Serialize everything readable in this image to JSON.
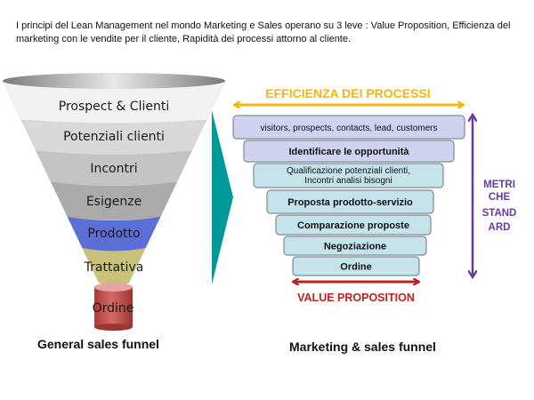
{
  "intro_text": "I principi del Lean Management nel mondo Marketing e Sales operano su 3 leve : Value Proposition, Efficienza del marketing con le vendite per il cliente, Rapidità dei processi attorno al cliente.",
  "general_funnel": {
    "caption": "General sales funnel",
    "stages": [
      {
        "label": "Prospect & Clienti",
        "color": "#f2f2f2"
      },
      {
        "label": "Potenziali  clienti",
        "color": "#d9d9d9"
      },
      {
        "label": "Incontri",
        "color": "#c4c4c4"
      },
      {
        "label": "Esigenze",
        "color": "#ababab"
      },
      {
        "label": "Prodotto",
        "color": "#5b6fd6"
      },
      {
        "label": "Trattativa",
        "color": "#c8c27a"
      },
      {
        "label": "Ordine",
        "color": "#c0504d"
      }
    ]
  },
  "marketing_funnel": {
    "caption": "Marketing & sales funnel",
    "top_arrow_label": "EFFICIENZA DEI PROCESSI",
    "bottom_arrow_label": "VALUE  PROPOSITION",
    "side_arrow_label": [
      "METRI",
      "CHE",
      "STAND",
      "ARD"
    ],
    "steps": [
      {
        "lines": [
          "visitors, prospects, contacts, lead, customers"
        ],
        "color": "#d0d3f0"
      },
      {
        "lines": [
          "Identificare le opportunità"
        ],
        "color": "#d0d3f0"
      },
      {
        "lines": [
          "Qualificazione potenziali clienti,",
          "Incontri analisi bisogni"
        ],
        "color": "#c5e3ea"
      },
      {
        "lines": [
          "Proposta prodotto-servizio"
        ],
        "color": "#c5e3ea"
      },
      {
        "lines": [
          "Comparazione proposte"
        ],
        "color": "#c5e3ea"
      },
      {
        "lines": [
          "Negoziazione"
        ],
        "color": "#c5e3ea"
      },
      {
        "lines": [
          "Ordine"
        ],
        "color": "#c5e3ea"
      }
    ]
  },
  "colors": {
    "connector_arrow": "#009999",
    "efficiency_arrow": "#f5b800",
    "value_arrow": "#c0211f",
    "metrics_arrow": "#6a3aa0"
  }
}
